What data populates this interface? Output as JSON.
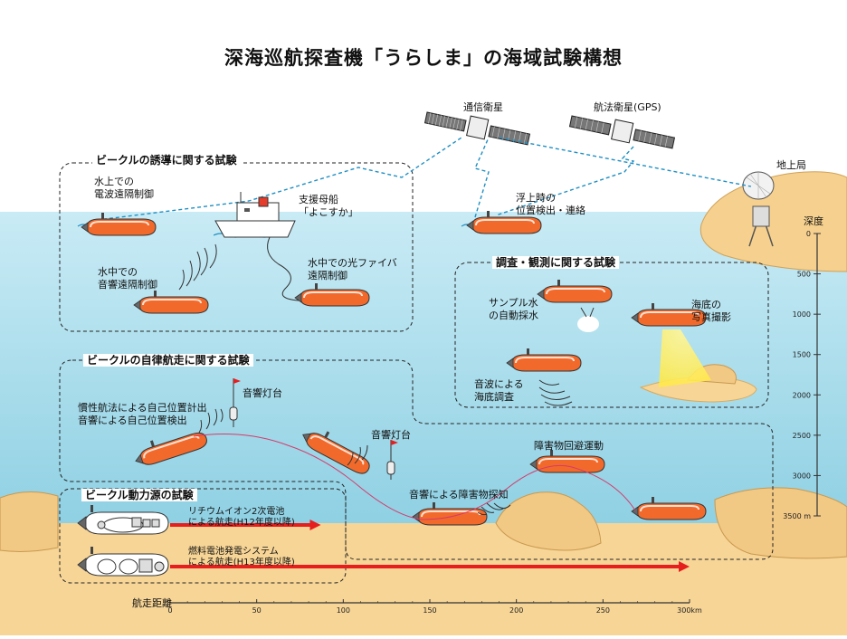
{
  "title": "深海巡航探査機「うらしま」の海域試験構想",
  "satellites": {
    "comm": "通信衛星",
    "nav": "航法衛星(GPS)",
    "ground": "地上局"
  },
  "groups": {
    "guidance": "ビークルの誘導に関する試験",
    "survey": "調査・観測に関する試験",
    "autonomous": "ビークルの自律航走に関する試験",
    "power": "ビークル動力源の試験"
  },
  "labels": {
    "surface_radio": [
      "水上での",
      "電波遠隔制御"
    ],
    "support_ship": [
      "支援母船",
      "「よこすか」"
    ],
    "acoustic_remote": [
      "水中での",
      "音響遠隔制御"
    ],
    "fiber_remote": [
      "水中での光ファイバ",
      "遠隔制御"
    ],
    "surfacing": [
      "浮上時の",
      "位置検出・連絡"
    ],
    "water_sampling": [
      "サンプル水",
      "の自動採水"
    ],
    "seafloor_photo": [
      "海底の",
      "写真撮影"
    ],
    "seafloor_survey": [
      "音波による",
      "海底調査"
    ],
    "inertial_nav": [
      "慣性航法による自己位置計出",
      "音響による自己位置検出"
    ],
    "beacon1": "音響灯台",
    "beacon2": "音響灯台",
    "obstacle_detect": "音響による障害物探知",
    "obstacle_avoid": "障害物回避運動",
    "lithium": [
      "リチウムイオン2次電池",
      "による航走(H12年度以降)"
    ],
    "fuelcell": [
      "燃料電池発電システム",
      "による航走(H13年度以降)"
    ]
  },
  "depth_axis": {
    "title": "深度",
    "ticks": [
      "0",
      "500",
      "1000",
      "1500",
      "2000",
      "2500",
      "3000",
      "3500 m"
    ],
    "values": [
      0,
      500,
      1000,
      1500,
      2000,
      2500,
      3000,
      3500
    ]
  },
  "distance_axis": {
    "title": "航走距離",
    "ticks": [
      "0",
      "50",
      "100",
      "150",
      "200",
      "250",
      "300km"
    ],
    "values": [
      0,
      50,
      100,
      150,
      200,
      250,
      300
    ],
    "lithium_range_km": 87,
    "fuelcell_range_km": 300
  },
  "colors": {
    "sea_top": "#bfe6f3",
    "sea_bottom": "#8fd2e6",
    "sand": "#f7d596",
    "rock": "#f1c884",
    "vehicle": "#f26a2b",
    "arrow": "#e61e1e",
    "link": "#1f8fc3"
  }
}
